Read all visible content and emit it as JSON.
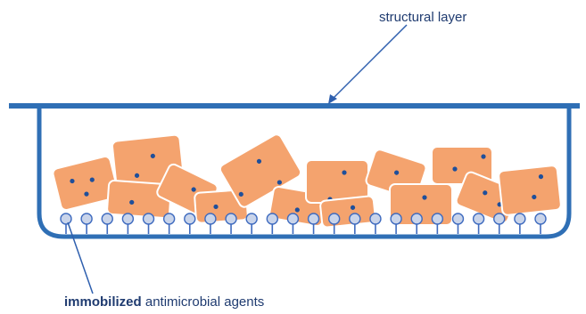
{
  "labels": {
    "structural_layer": "structural layer",
    "bottom_bold": "immobilized",
    "bottom_rest": " antimicrobial agents"
  },
  "colors": {
    "layer_blue": "#2f6fb5",
    "cell_fill": "#f4a36e",
    "cell_edge": "#ffffff",
    "nucleus": "#1f4f9a",
    "agent_fill": "#c9d4ea",
    "agent_edge": "#3f6bbf",
    "pointer": "#2e5fae",
    "text": "#1f3b70"
  },
  "icons": {
    "cell": "bacterial-cell-icon",
    "agent": "antimicrobial-agent-icon"
  }
}
